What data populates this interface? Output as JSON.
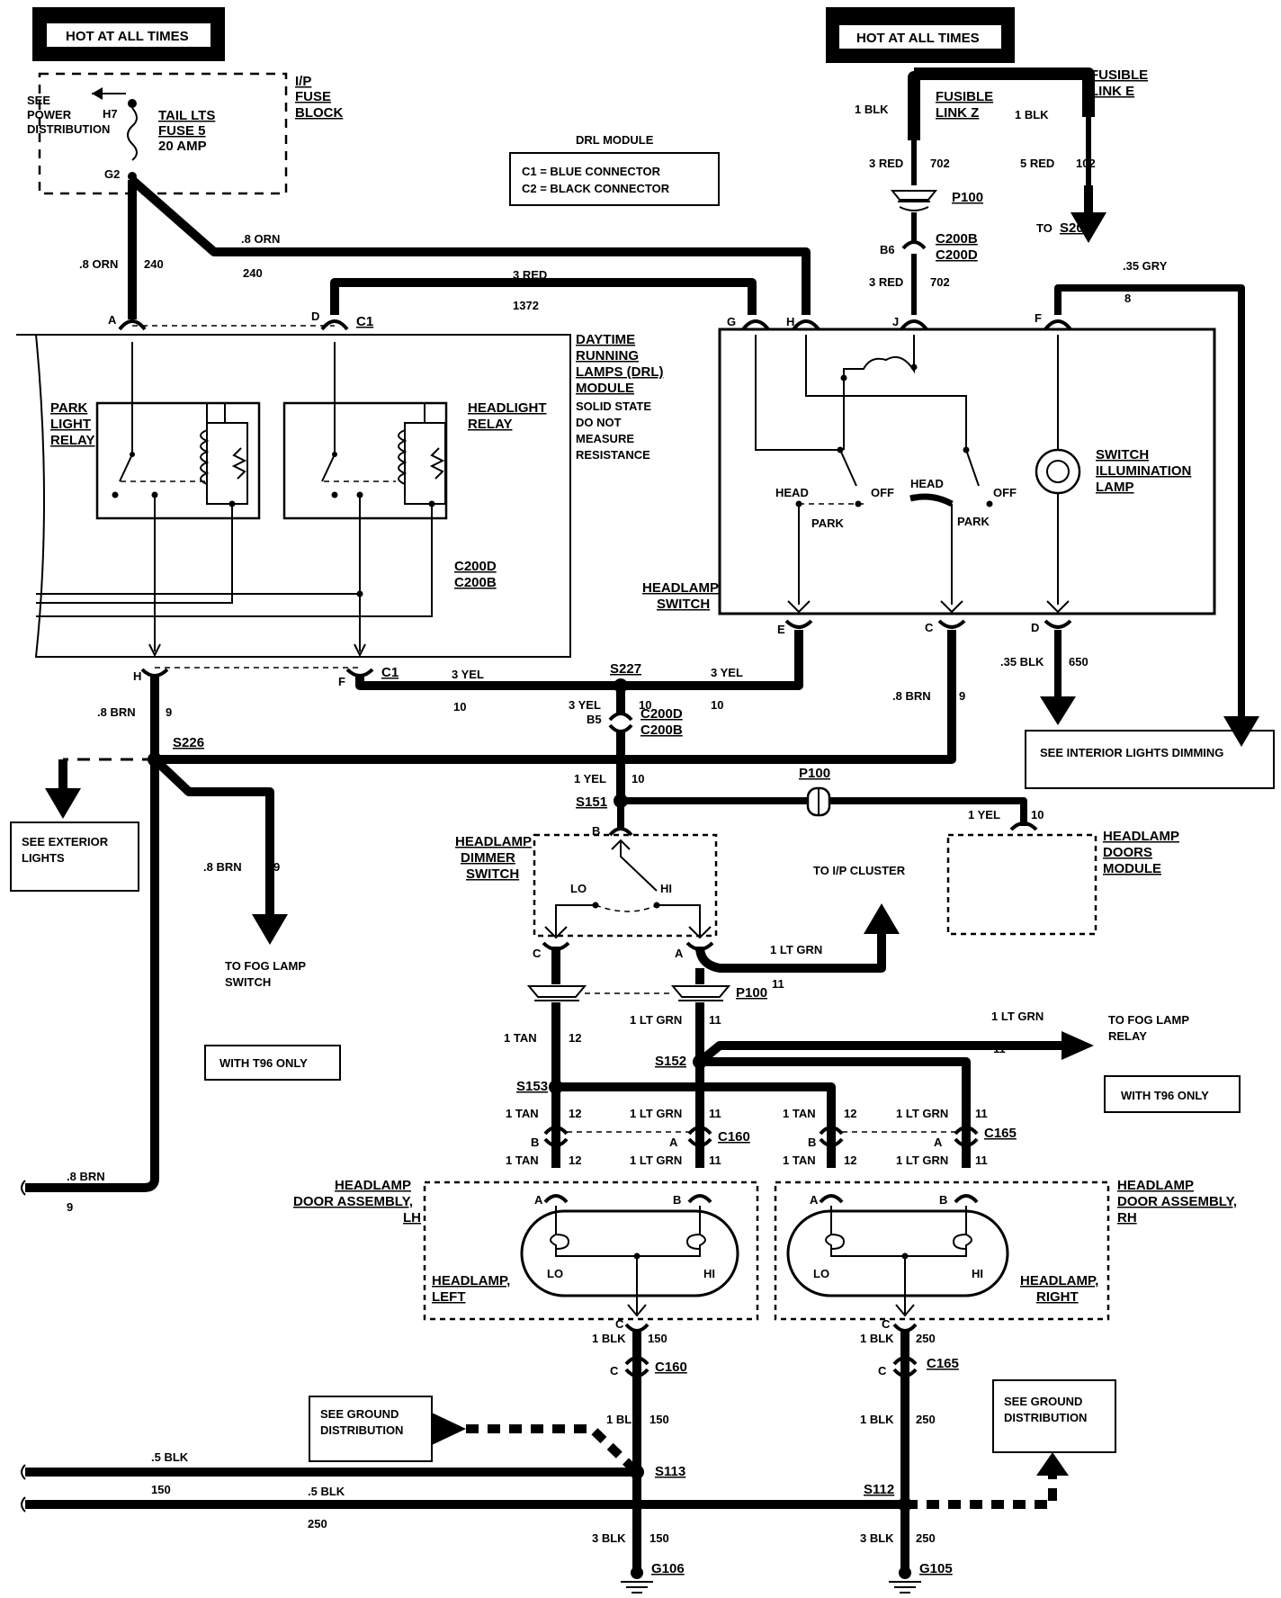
{
  "boxes": {
    "hot_left": "HOT AT ALL TIMES",
    "hot_right": "HOT AT ALL TIMES",
    "drl_module_title": "DRL MODULE",
    "drl_c1": "C1 = BLUE CONNECTOR",
    "drl_c2": "C2 = BLACK CONNECTOR",
    "see_interior": "SEE INTERIOR LIGHTS DIMMING",
    "see_exterior_1": "SEE EXTERIOR",
    "see_exterior_2": "LIGHTS",
    "with_t96_left": "WITH T96 ONLY",
    "with_t96_right": "WITH T96 ONLY",
    "ground_left_1": "SEE GROUND",
    "ground_left_2": "DISTRIBUTION",
    "ground_right_1": "SEE GROUND",
    "ground_right_2": "DISTRIBUTION"
  },
  "fuse": {
    "see_power_1": "SEE",
    "see_power_2": "POWER",
    "see_power_3": "DISTRIBUTION",
    "h7": "H7",
    "g2": "G2",
    "name_1": "TAIL LTS",
    "name_2": "FUSE 5",
    "name_3": "20 AMP",
    "block_1": "I/P",
    "block_2": "FUSE",
    "block_3": "BLOCK"
  },
  "fusible": {
    "link_z_1": "FUSIBLE",
    "link_z_2": "LINK Z",
    "link_e_1": "FUSIBLE",
    "link_e_2": "LINK E",
    "blk_z": "1 BLK",
    "blk_e": "1 BLK",
    "red_702": "3 RED",
    "num_702": "702",
    "red_102": "5 RED",
    "num_102": "102",
    "to_s200_a": "TO",
    "to_s200_b": "S200",
    "p100": "P100",
    "b6": "B6",
    "c200b": "C200B",
    "c200d": "C200D",
    "red_702b": "3 RED",
    "num_702b": "702"
  },
  "wires_top": {
    "orn_left": ".8 ORN",
    "num_240_left": "240",
    "orn_right": ".8 ORN",
    "num_240_right": "240",
    "red_3": "3 RED",
    "num_1372": "1372",
    "gry": ".35 GRY",
    "num_8": "8"
  },
  "drl": {
    "pin_a": "A",
    "pin_d": "D",
    "c1_top": "C1",
    "title_1": "DAYTIME",
    "title_2": "RUNNING",
    "title_3": "LAMPS (DRL)",
    "title_4": "MODULE",
    "note_1": "SOLID STATE",
    "note_2": "DO NOT",
    "note_3": "MEASURE",
    "note_4": "RESISTANCE",
    "park_1": "PARK",
    "park_2": "LIGHT",
    "park_3": "RELAY",
    "head_1": "HEADLIGHT",
    "head_2": "RELAY",
    "c200d": "C200D",
    "c200b": "C200B",
    "pin_h": "H",
    "pin_f": "F",
    "c1_bot": "C1"
  },
  "switch": {
    "pin_g": "G",
    "pin_h": "H",
    "pin_j": "J",
    "pin_f": "F",
    "head_l": "HEAD",
    "off_l": "OFF",
    "park_l": "PARK",
    "head_r": "HEAD",
    "off_r": "OFF",
    "park_r": "PARK",
    "illum_1": "SWITCH",
    "illum_2": "ILLUMINATION",
    "illum_3": "LAMP",
    "name_1": "HEADLAMP",
    "name_2": "SWITCH",
    "pin_e": "E",
    "pin_c": "C",
    "pin_d": "D",
    "blk_650": ".35 BLK",
    "num_650": "650"
  },
  "middle": {
    "yel_left": "3 YEL",
    "num_10_left": "10",
    "s227": "S227",
    "yel_right": "3 YEL",
    "num_10_right": "10",
    "num_10_c": "10",
    "yel_3_c": "3  YEL",
    "b5": "B5",
    "c200d": "C200D",
    "c200b": "C200B",
    "brn_9": ".8 BRN",
    "num_9": "9",
    "brn_9_c": ".8 BRN",
    "num_9_c": "9",
    "s226": "S226",
    "yel_1": "1 YEL",
    "num_10_y": "10",
    "s151": "S151",
    "p100": "P100",
    "yel_1_r": "1  YEL",
    "num_10_r": "10",
    "brn_fog": ".8 BRN",
    "num_9_fog": "9",
    "fog_1": "TO FOG LAMP",
    "fog_2": "SWITCH",
    "doors_1": "HEADLAMP",
    "doors_2": "DOORS",
    "doors_3": "MODULE",
    "to_ip": "TO  I/P  CLUSTER"
  },
  "dimmer": {
    "pin_b": "B",
    "name_1": "HEADLAMP",
    "name_2": "DIMMER",
    "name_3": "SWITCH",
    "lo": "LO",
    "hi": "HI",
    "pin_c": "C",
    "pin_a": "A",
    "ltgrn": "1  LT  GRN",
    "num_11": "11",
    "p100": "P100"
  },
  "lower": {
    "tan_1": "1 TAN",
    "num_12_1": "12",
    "ltgrn_1": "1 LT GRN",
    "num_11_1": "11",
    "s152": "S152",
    "s153": "S153",
    "fog_ltgrn": "1 LT GRN",
    "fog_num": "11",
    "fog_relay_1": "TO FOG LAMP",
    "fog_relay_2": "RELAY",
    "tan_l2": "1 TAN",
    "num_12_l2": "12",
    "ltgrn_l2": "1 LT GRN",
    "num_11_l2": "11",
    "tan_r2": "1 TAN",
    "num_12_r2": "12",
    "ltgrn_r2": "1 LT GRN",
    "num_11_r2": "11",
    "pin_b_l": "B",
    "pin_a_l": "A",
    "c160": "C160",
    "pin_b_r": "B",
    "pin_a_r": "A",
    "c165": "C165",
    "tan_l3": "1 TAN",
    "num_12_l3": "12",
    "ltgrn_l3": "1 LT GRN",
    "num_11_l3": "11",
    "tan_r3": "1 TAN",
    "num_12_r3": "12",
    "ltgrn_r3": "1 LT GRN",
    "num_11_r3": "11",
    "brn_left": ".8 BRN",
    "num_9_left": "9"
  },
  "headlamps": {
    "lh_1": "HEADLAMP",
    "lh_2": "DOOR ASSEMBLY,",
    "lh_3": "LH",
    "rh_1": "HEADLAMP",
    "rh_2": "DOOR ASSEMBLY,",
    "rh_3": "RH",
    "pin_a_l": "A",
    "pin_b_l": "B",
    "pin_a_r": "A",
    "pin_b_r": "B",
    "lo_l": "LO",
    "hi_l": "HI",
    "lo_r": "LO",
    "hi_r": "HI",
    "left_1": "HEADLAMP,",
    "left_2": "LEFT",
    "right_1": "HEADLAMP,",
    "right_2": "RIGHT",
    "pin_c_l": "C",
    "pin_c_r": "C"
  },
  "ground": {
    "blk_l1": "1 BLK",
    "num_150_1": "150",
    "blk_r1": "1 BLK",
    "num_250_1": "250",
    "pin_c_l": "C",
    "c160": "C160",
    "pin_c_r": "C",
    "c165": "C165",
    "blk_l2": "1 BLK",
    "num_150_2": "150",
    "blk_r2": "1 BLK",
    "num_250_2": "250",
    "blk_5_a": ".5 BLK",
    "num_150_h": "150",
    "s113": "S113",
    "blk_5_b": ".5 BLK",
    "num_250_h": "250",
    "s112": "S112",
    "blk_l3": "3 BLK",
    "num_150_3": "150",
    "blk_r3": "3 BLK",
    "num_250_3": "250",
    "g106": "G106",
    "g105": "G105"
  }
}
